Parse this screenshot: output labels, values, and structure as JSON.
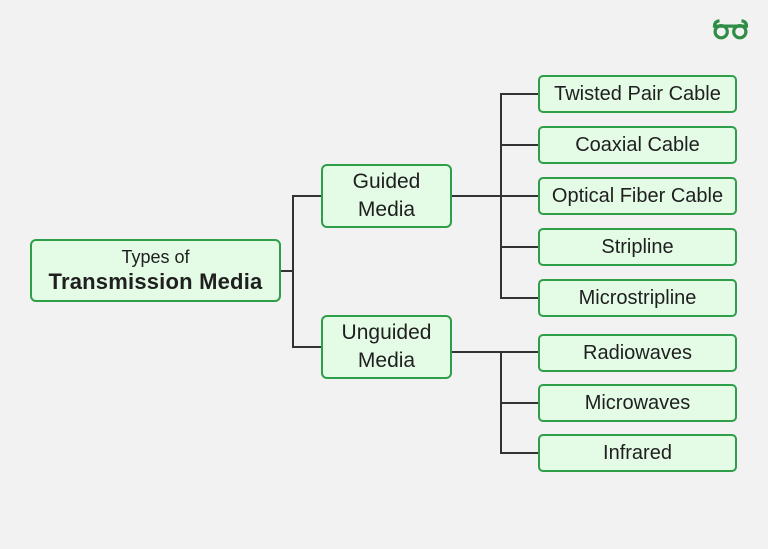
{
  "logo": {
    "name": "geeksforgeeks-logo"
  },
  "diagram": {
    "root": {
      "line1": "Types of",
      "line2": "Transmission Media"
    },
    "branches": [
      {
        "label_lines": [
          "Guided",
          "Media"
        ],
        "children": [
          "Twisted Pair Cable",
          "Coaxial Cable",
          "Optical Fiber Cable",
          "Stripline",
          "Microstripline"
        ]
      },
      {
        "label_lines": [
          "Unguided",
          "Media"
        ],
        "children": [
          "Radiowaves",
          "Microwaves",
          "Infrared"
        ]
      }
    ],
    "colors": {
      "background": "#f2f2f2",
      "node_fill": "#e4fbe6",
      "node_border": "#2f9e49",
      "connector": "#333333",
      "text": "#1f1f1f",
      "brand_green": "#2f8d46"
    }
  }
}
